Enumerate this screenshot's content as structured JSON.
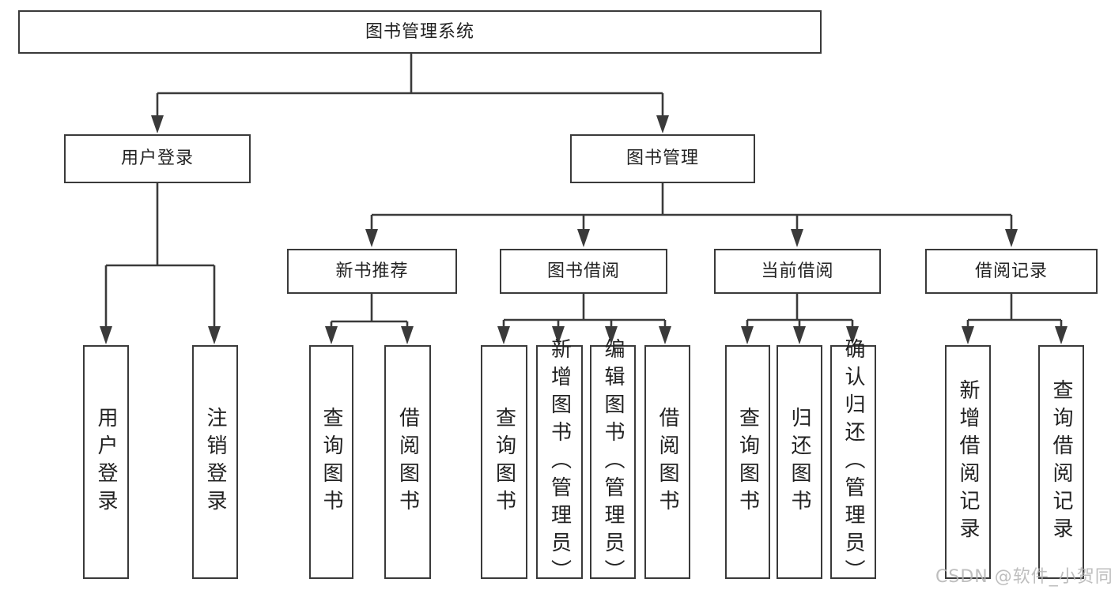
{
  "palette": {
    "line": "#3a3a3a",
    "box_fill": "#ffffff",
    "text": "#222222",
    "watermark_color": "#b3b3b3"
  },
  "chart_type": "hierarchy-diagram",
  "tree": {
    "root": {
      "label": "图书管理系统"
    },
    "branches": [
      {
        "label": "用户登录",
        "children": [
          {
            "label": "用户登录"
          },
          {
            "label": "注销登录"
          }
        ]
      },
      {
        "label": "图书管理",
        "groups": [
          {
            "label": "新书推荐",
            "children": [
              {
                "label": "查询图书"
              },
              {
                "label": "借阅图书"
              }
            ]
          },
          {
            "label": "图书借阅",
            "children": [
              {
                "label": "查询图书"
              },
              {
                "label": "新增图书（管理员）"
              },
              {
                "label": "编辑图书（管理员）"
              },
              {
                "label": "借阅图书"
              }
            ]
          },
          {
            "label": "当前借阅",
            "children": [
              {
                "label": "查询图书"
              },
              {
                "label": "归还图书"
              },
              {
                "label": "确认归还（管理员）"
              }
            ]
          },
          {
            "label": "借阅记录",
            "children": [
              {
                "label": "新增借阅记录"
              },
              {
                "label": "查询借阅记录"
              }
            ]
          }
        ]
      }
    ]
  },
  "watermark": {
    "text": "CSDN @软件_小贺同学"
  }
}
